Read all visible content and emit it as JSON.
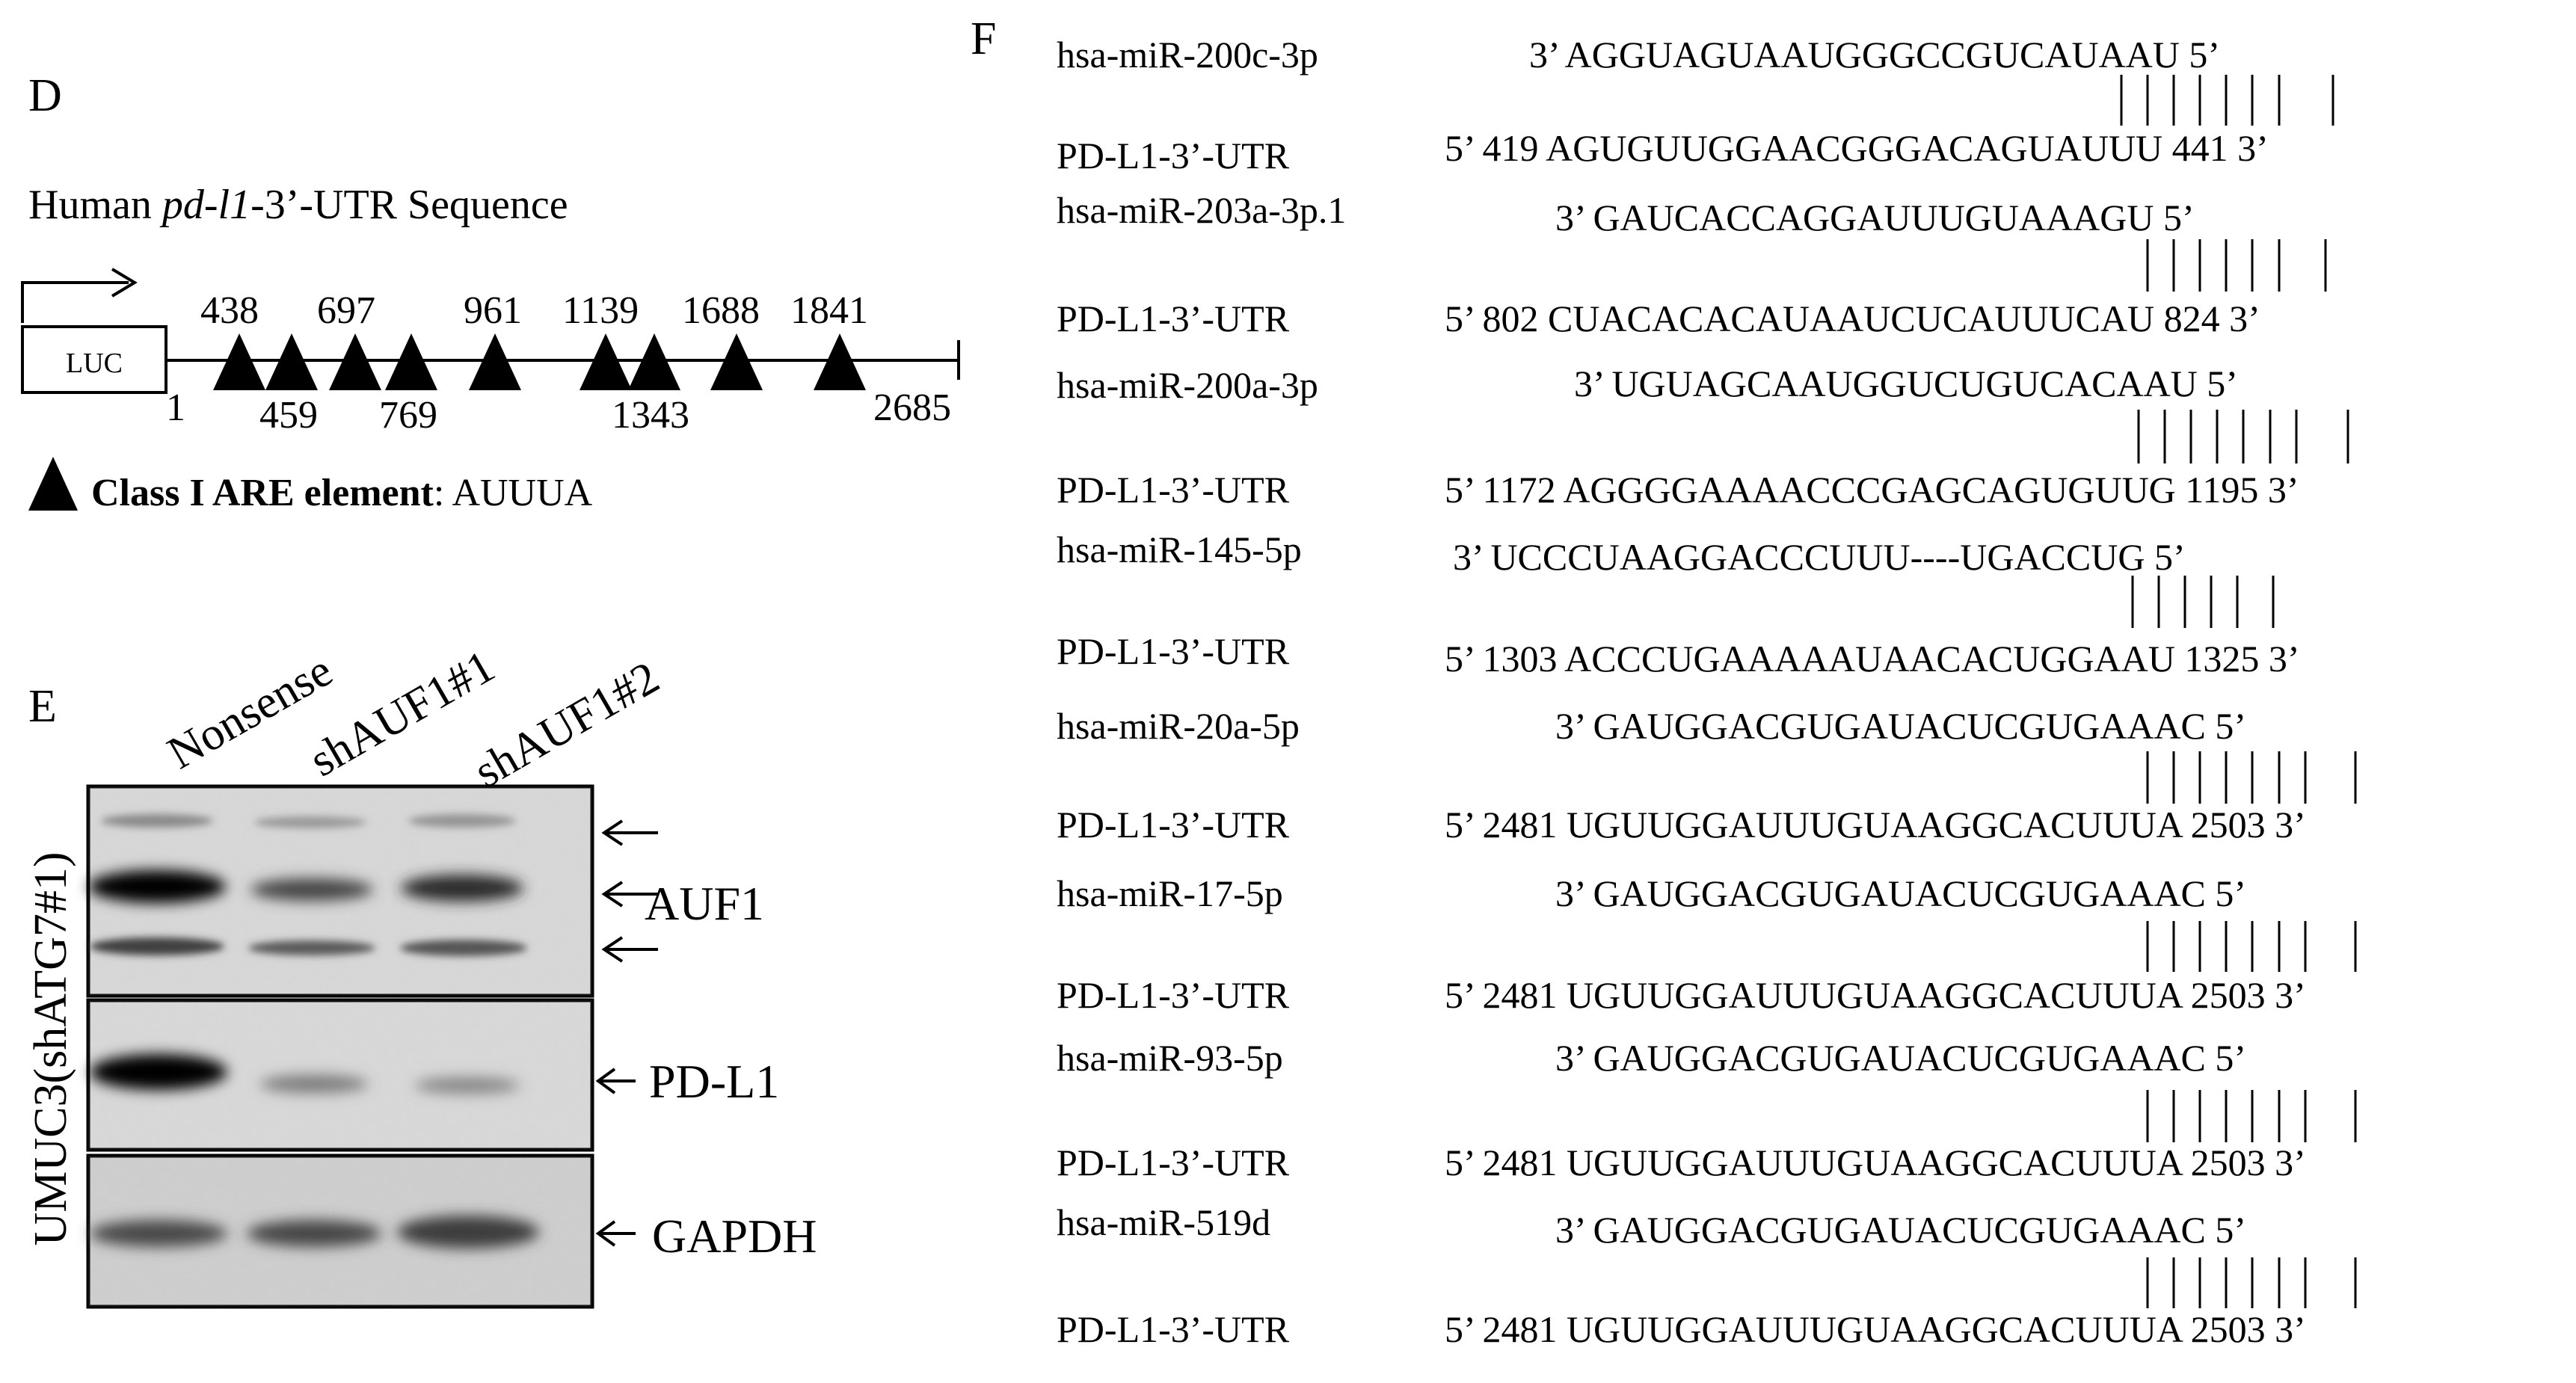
{
  "panel_d": {
    "label": "D",
    "title_prefix": "Human ",
    "title_gene": "pd-l1",
    "title_suffix": "-3’-UTR Sequence",
    "luc_label": "LUC",
    "start_label": "1",
    "end_label": "2685",
    "sites_above": [
      "438",
      "697",
      "961",
      "1139",
      "1688",
      "1841"
    ],
    "sites_below": [
      "459",
      "769",
      "1343"
    ],
    "legend_bold": "Class I ARE element",
    "legend_rest": ": AUUUA"
  },
  "panel_e": {
    "label": "E",
    "lane_labels": [
      "Nonsense",
      "shAUF1#1",
      "shAUF1#2"
    ],
    "cell_line": "UMUC3(shATG7#1)",
    "blot_labels": [
      "AUF1",
      "PD-L1",
      "GAPDH"
    ]
  },
  "panel_f": {
    "label": "F",
    "alignments": [
      {
        "mirna": "hsa-miR-200c-3p",
        "mirna_seq": "3’ AGGUAGUAAUGGGCCGUCAUAAU 5’",
        "utr": "PD-L1-3’-UTR",
        "utr_seq": "5’ 419 AGUGUUGGAACGGGACAGUAUUU 441 3’"
      },
      {
        "mirna": "hsa-miR-203a-3p.1",
        "mirna_seq": "3’ GAUCACCAGGAUUUGUAAAGU 5’",
        "utr": "PD-L1-3’-UTR",
        "utr_seq": "5’ 802 CUACACACAUAAUCUCAUUUCAU 824 3’"
      },
      {
        "mirna": "hsa-miR-200a-3p",
        "mirna_seq": "3’ UGUAGCAAUGGUCUGUCACAAU 5’",
        "utr": "PD-L1-3’-UTR",
        "utr_seq": "5’ 1172 AGGGGAAAACCCGAGCAGUGUUG 1195 3’"
      },
      {
        "mirna": "hsa-miR-145-5p",
        "mirna_seq": "3’ UCCCUAAGGACCCUUU----UGACCUG 5’",
        "utr": "PD-L1-3’-UTR",
        "utr_seq": "5’ 1303 ACCCUGAAAAAUAACACUGGAAU 1325 3’"
      },
      {
        "mirna": "hsa-miR-20a-5p",
        "mirna_seq": "3’ GAUGGACGUGAUACUCGUGAAAC 5’",
        "utr": "PD-L1-3’-UTR",
        "utr_seq": "5’ 2481 UGUUGGAUUUGUAAGGCACUUUA 2503 3’"
      },
      {
        "mirna": "hsa-miR-17-5p",
        "mirna_seq": "3’ GAUGGACGUGAUACUCGUGAAAC 5’",
        "utr": "PD-L1-3’-UTR",
        "utr_seq": "5’ 2481 UGUUGGAUUUGUAAGGCACUUUA 2503 3’"
      },
      {
        "mirna": "hsa-miR-93-5p",
        "mirna_seq": "3’ GAUGGACGUGAUACUCGUGAAAC 5’",
        "utr": "PD-L1-3’-UTR",
        "utr_seq": "5’ 2481 UGUUGGAUUUGUAAGGCACUUUA 2503 3’"
      },
      {
        "mirna": "hsa-miR-519d",
        "mirna_seq": "3’ GAUGGACGUGAUACUCGUGAAAC 5’",
        "utr": "PD-L1-3’-UTR",
        "utr_seq": "5’ 2481 UGUUGGAUUUGUAAGGCACUUUA 2503 3’"
      }
    ]
  }
}
